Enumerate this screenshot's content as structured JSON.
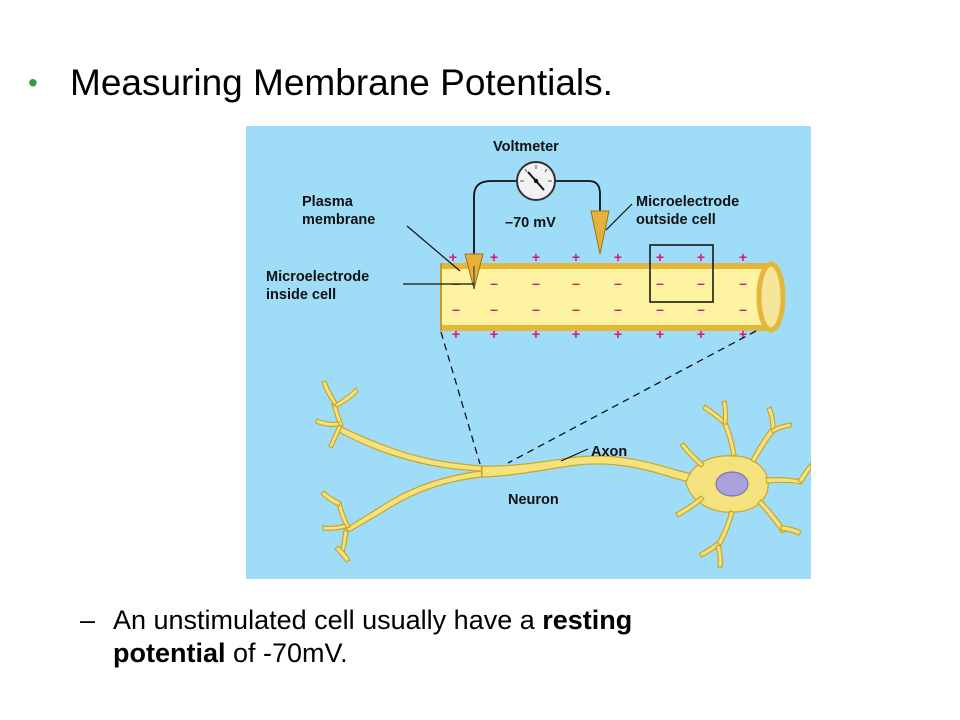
{
  "slide": {
    "bullet": "•",
    "title": "Measuring Membrane Potentials."
  },
  "figure": {
    "labels": {
      "voltmeter": "Voltmeter",
      "reading": "–70 mV",
      "plasma_line1": "Plasma",
      "plasma_line2": "membrane",
      "micro_out_line1": "Microelectrode",
      "micro_out_line2": "outside cell",
      "micro_in_line1": "Microelectrode",
      "micro_in_line2": "inside cell",
      "axon": "Axon",
      "neuron": "Neuron"
    },
    "plus_sign": "+",
    "minus_sign": "–",
    "colors": {
      "background": "#9fdcf8",
      "axon_fill": "#fdf3a0",
      "neuron_fill": "#f4e27c",
      "nucleus": "#a9a0dc",
      "charge": "#d8196d",
      "electrode": "#e6b13a"
    }
  },
  "subpoint": {
    "dash": "–",
    "text_before": "An unstimulated cell usually have a ",
    "bold_1": "resting",
    "bold_2": "potential",
    "text_after": " of -70mV."
  }
}
